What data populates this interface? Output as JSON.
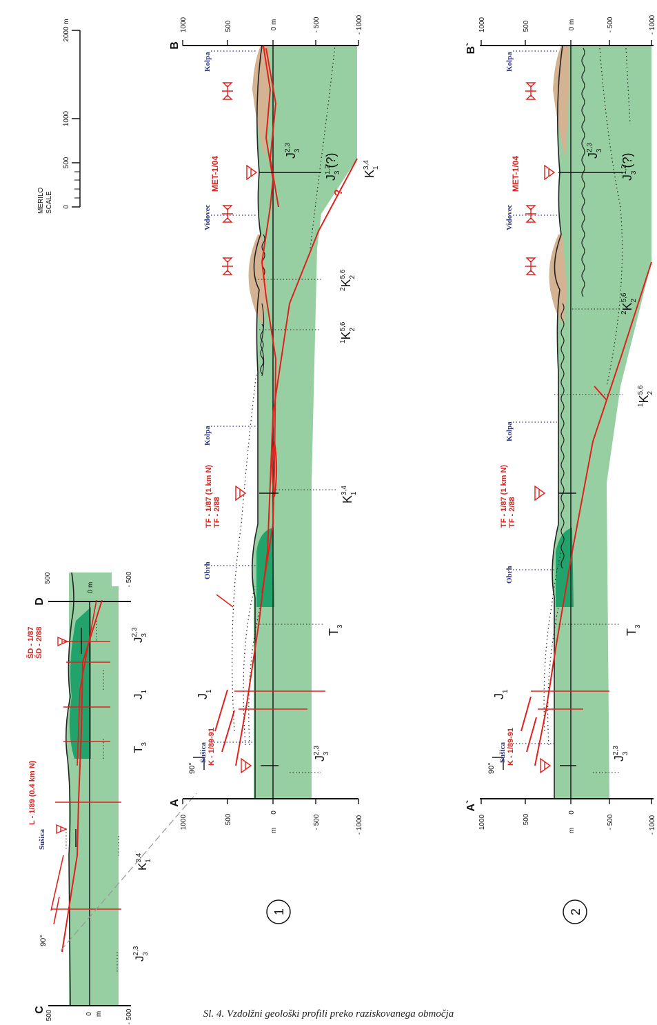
{
  "caption": "Sl. 4. Vzdolžni geološki profili preko raziskovanega območja",
  "scale": {
    "title_line1": "MERILO",
    "title_line2": "SCALE",
    "ticks": [
      "0",
      "500",
      "1000",
      "2000 m"
    ]
  },
  "orientation_label": "90°",
  "profile_cd": {
    "end_left": "C",
    "end_right": "D",
    "axis_left": [
      "500",
      "0",
      "- 500"
    ],
    "axis_left_unit": "m",
    "axis_right": [
      "500",
      "0 m",
      "- 500"
    ],
    "well_labels": [
      "L - 1/89  (0.4 km N)",
      "ŠD - 1/87",
      "ŠD - 2/88"
    ],
    "place_labels": [
      "Sušica"
    ],
    "strat_labels": [
      "J",
      "K",
      "T",
      "J",
      "J"
    ],
    "strat_sups": [
      "2,3",
      "3,4",
      "",
      "",
      "2,3"
    ],
    "strat_subs": [
      "3",
      "1",
      "3",
      "1",
      "3"
    ]
  },
  "profile_ab": {
    "number": "1",
    "end_left": "A",
    "end_right": "B",
    "axis_left": [
      "1000",
      "500",
      "0",
      "- 500",
      "- 1000"
    ],
    "axis_left_unit": "m",
    "axis_right": [
      "1000",
      "500",
      "0 m",
      "- 500",
      "- 1000"
    ],
    "well_labels": [
      "K - 1/89-91",
      "TF - 1/87 (1 km N)",
      "TF - 2/88",
      "MET-1/04"
    ],
    "place_labels": [
      "Sušica",
      "Obrh",
      "Kolpa",
      "Vidovec",
      "Kolpa"
    ],
    "question_mark": "?",
    "strat_labels": [
      "J",
      "J",
      "T",
      "K",
      "K",
      "K",
      "K",
      "J",
      "J"
    ],
    "strat_sups": [
      "2,3",
      "",
      "",
      "3,4",
      "5,6",
      "5,6",
      "3,4",
      "1,2",
      "2,3"
    ],
    "strat_subs": [
      "3",
      "1",
      "3",
      "1",
      "2",
      "2",
      "1",
      "3",
      "3"
    ],
    "strat_prefixes": [
      "",
      "",
      "",
      "",
      "1",
      "2",
      "",
      "",
      ""
    ],
    "uncertain_suffix": "(?)"
  },
  "profile_ab2": {
    "number": "2",
    "end_left": "A`",
    "end_right": "B`",
    "axis_left": [
      "1000",
      "500",
      "0",
      "- 500",
      "- 1000"
    ],
    "axis_left_unit": "m",
    "axis_right": [
      "1000",
      "500",
      "0 m",
      "- 500",
      "- 1000"
    ],
    "well_labels": [
      "K - 1/89-91",
      "TF - 1/87 (1 km N)",
      "TF - 2/88",
      "MET-1/04"
    ],
    "place_labels": [
      "Sušica",
      "Obrh",
      "Kolpa",
      "Vidovec",
      "Kolpa"
    ],
    "strat_labels": [
      "J",
      "J",
      "T",
      "K",
      "K",
      "J",
      "J"
    ],
    "strat_sups": [
      "2,3",
      "",
      "",
      "5,6",
      "5,6",
      "1,2",
      "2,3"
    ],
    "strat_subs": [
      "3",
      "1",
      "3",
      "2",
      "2",
      "3",
      "3"
    ],
    "strat_prefixes": [
      "",
      "",
      "",
      "1",
      "2",
      "",
      ""
    ],
    "uncertain_suffix": "(?)"
  },
  "colors": {
    "limestone": "#97cfa2",
    "dolomite": "#21a36b",
    "quaternary": "#d3b391",
    "fault": "#e0201c",
    "place": "#27338c"
  }
}
